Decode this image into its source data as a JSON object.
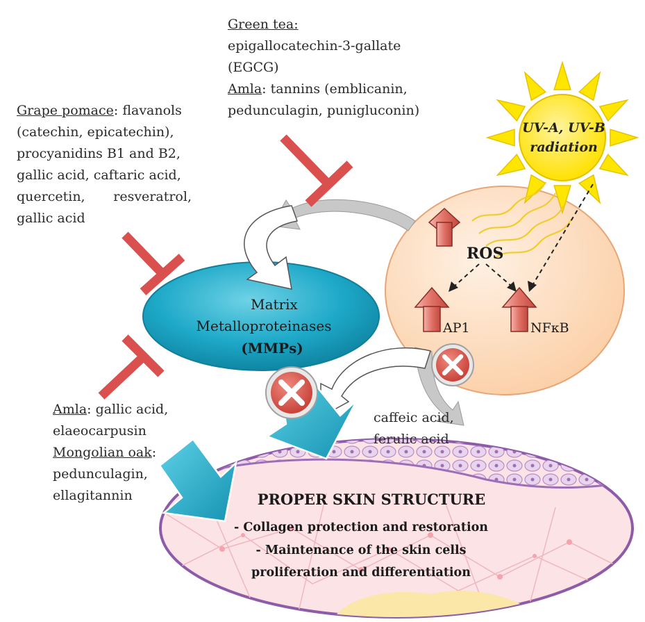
{
  "sources": {
    "green_tea": {
      "name": "Green tea:",
      "line1": "epigallocatechin-3-gallate",
      "line2": "(EGCG)"
    },
    "amla_top": {
      "name": "Amla",
      "line1": ": tannins (emblicanin,",
      "line2": "pedunculagin, punigluconin)"
    },
    "grape_pomace": {
      "name": "Grape pomace",
      "line1": ": flavanols",
      "line2": "(catechin, epicatechin),",
      "line3": "procyanidins B1 and B2,",
      "line4": "gallic acid, caftaric acid,",
      "line5": "quercetin, resveratrol,",
      "line6": "gallic acid"
    },
    "amla_bottom": {
      "name": "Amla",
      "line1": ": gallic acid,",
      "line2": "elaeocarpusin"
    },
    "mongolian_oak": {
      "name": "Mongolian oak",
      "line1": ":",
      "line2": "pedunculagin,",
      "line3": "ellagitannin"
    },
    "caffeic": {
      "line1": "caffeic acid,",
      "line2": "ferulic acid"
    }
  },
  "sun": {
    "line1": "UV-A, UV-B",
    "line2": "radiation",
    "color": "#FFE600"
  },
  "mmp": {
    "line1": "Matrix",
    "line2": "Metalloproteinases",
    "line3": "(MMPs)",
    "color": "#1EA9C8"
  },
  "ros_cell": {
    "ros": "ROS",
    "ap1": "AP1",
    "nfkb": "NFκB",
    "color": "#FDD9B8"
  },
  "skin": {
    "title": "PROPER SKIN STRUCTURE",
    "line1": "- Collagen protection and restoration",
    "line2": "- Maintenance of the skin cells",
    "line3": "proliferation and differentiation"
  },
  "colors": {
    "inhibitor": "#D9504E",
    "teal_arrow": "#1AA3C1",
    "up_arrow": "#E37C73"
  }
}
